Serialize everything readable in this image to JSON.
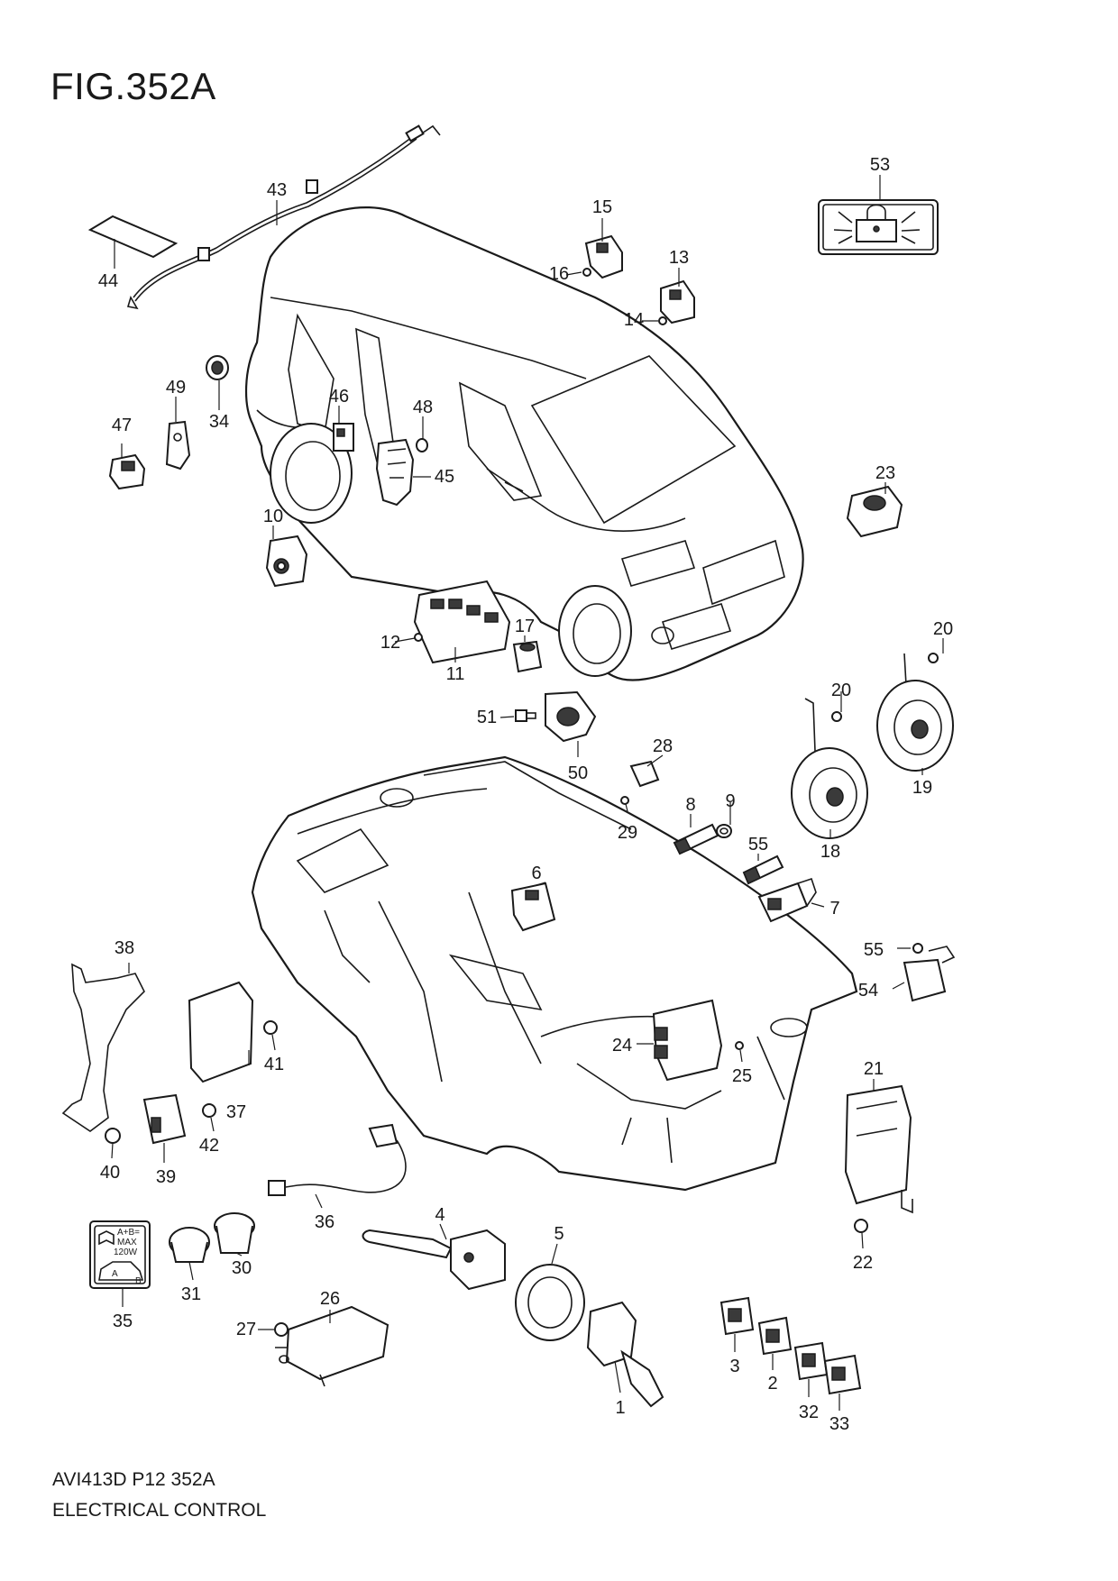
{
  "figure": {
    "title": "FIG.352A",
    "code": "AVI413D P12 352A",
    "name": "ELECTRICAL CONTROL"
  },
  "callouts": {
    "p1": "1",
    "p2": "2",
    "p3": "3",
    "p4": "4",
    "p5": "5",
    "p6": "6",
    "p7": "7",
    "p8": "8",
    "p9": "9",
    "p10": "10",
    "p11": "11",
    "p12": "12",
    "p13": "13",
    "p14": "14",
    "p15": "15",
    "p16": "16",
    "p17": "17",
    "p18": "18",
    "p19": "19",
    "p20a": "20",
    "p20b": "20",
    "p21": "21",
    "p22": "22",
    "p23": "23",
    "p24": "24",
    "p25": "25",
    "p26": "26",
    "p27": "27",
    "p28": "28",
    "p29": "29",
    "p30": "30",
    "p31": "31",
    "p32": "32",
    "p33": "33",
    "p34": "34",
    "p35": "35",
    "p36": "36",
    "p37": "37",
    "p38": "38",
    "p39": "39",
    "p40": "40",
    "p41": "41",
    "p42": "42",
    "p43": "43",
    "p44": "44",
    "p45": "45",
    "p46": "46",
    "p47": "47",
    "p48": "48",
    "p49": "49",
    "p50": "50",
    "p51": "51",
    "p53": "53",
    "p54": "54",
    "p55a": "55",
    "p55b": "55"
  },
  "label_35": {
    "line1": "A+B=",
    "line2": "MAX",
    "line3": "120W",
    "a": "A",
    "b": "B"
  }
}
